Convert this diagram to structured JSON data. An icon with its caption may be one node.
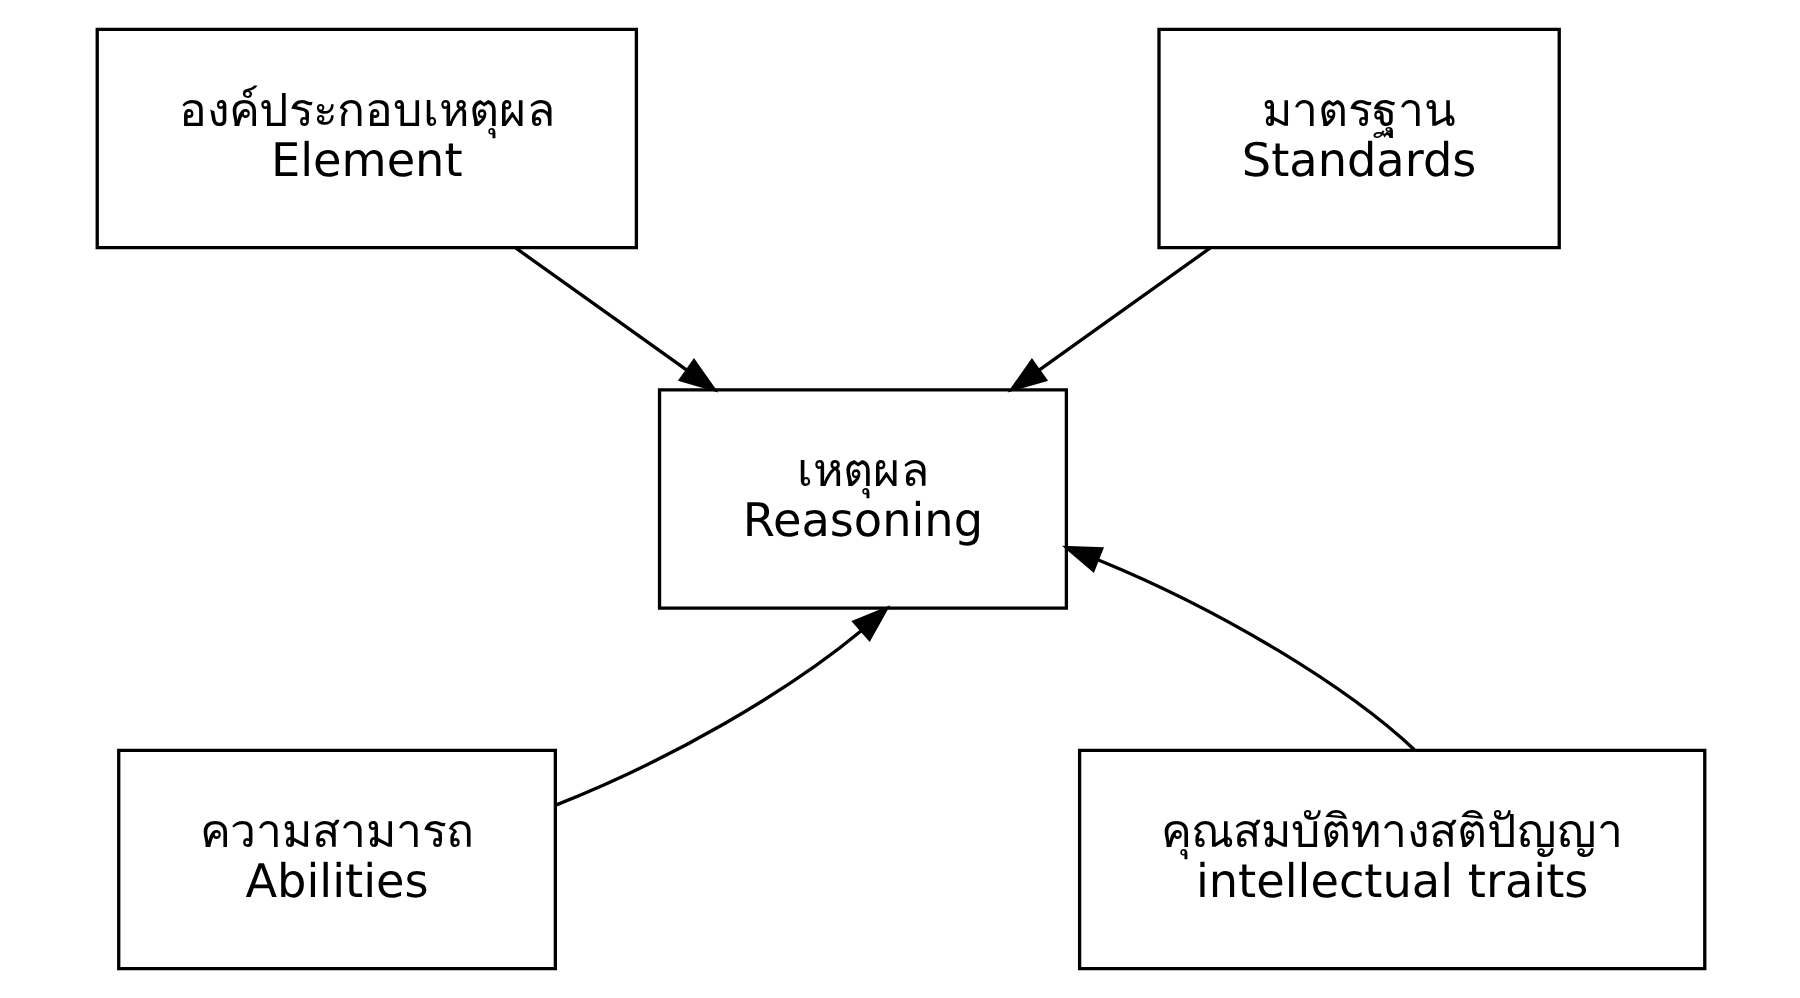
{
  "diagram": {
    "nodes": [
      {
        "text": [
          "องค์ประกอบเหตุผล",
          "Element"
        ]
      },
      {
        "text": [
          "มาตรฐาน",
          "Standards"
        ]
      },
      {
        "text": [
          "เหตุผล",
          "Reasoning"
        ]
      },
      {
        "text": [
          "ความสามารถ",
          "Abilities"
        ]
      },
      {
        "text": [
          "คุณสมบัติทางสติปัญญา",
          "intellectual traits"
        ]
      }
    ],
    "edges": [
      {
        "from": 0,
        "to": 2,
        "arrow": "to"
      },
      {
        "from": 1,
        "to": 2,
        "arrow": "to"
      },
      {
        "from": 3,
        "to": 2,
        "arrow": "to"
      },
      {
        "from": 4,
        "to": 2,
        "arrow": "to"
      }
    ]
  }
}
